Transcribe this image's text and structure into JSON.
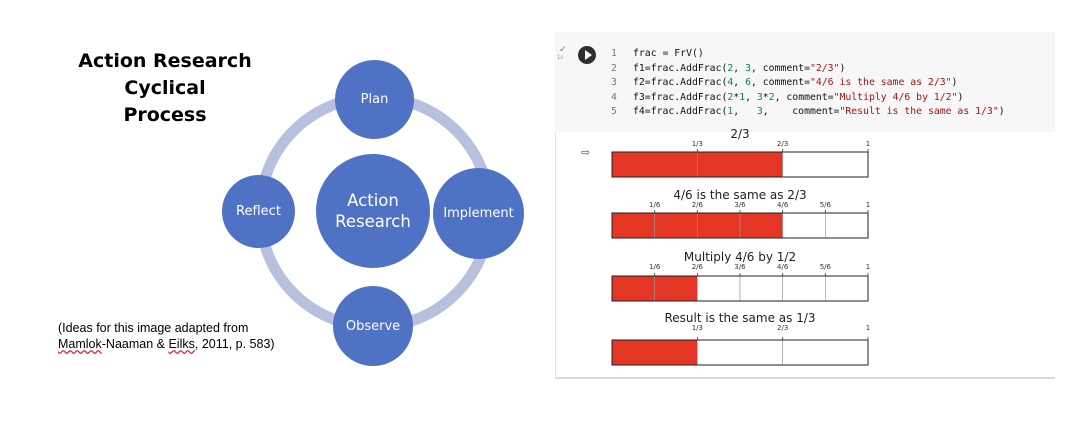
{
  "slide": {
    "title_line1": "Action Research Cyclical",
    "title_line2": "Process",
    "center": {
      "line1": "Action",
      "line2": "Research"
    },
    "nodes": {
      "plan": "Plan",
      "implement": "Implement",
      "observe": "Observe",
      "reflect": "Reflect"
    },
    "caption_line1": "(Ideas for this image adapted from",
    "caption_author1": "Mamlok",
    "caption_mid": "-Naaman & ",
    "caption_author2": "Eilks",
    "caption_end": ", 2011, p. 583)",
    "colors": {
      "node": "#4f72c4",
      "ring": "#b7c1de"
    }
  },
  "cell": {
    "status_icon": "checkmark-icon",
    "status_mark": "✓",
    "time": "1s",
    "run_icon": "play-icon",
    "output_icon": "output-redirect-icon",
    "output_mark": "⇨",
    "code": [
      {
        "num": "1",
        "parts": [
          {
            "t": "frac = FrV()",
            "c": ""
          }
        ]
      },
      {
        "num": "2",
        "parts": [
          {
            "t": "f1=frac.AddFrac(",
            "c": ""
          },
          {
            "t": "2",
            "c": "n"
          },
          {
            "t": ", ",
            "c": ""
          },
          {
            "t": "3",
            "c": "n"
          },
          {
            "t": ", comment=",
            "c": ""
          },
          {
            "t": "\"2/3\"",
            "c": "s"
          },
          {
            "t": ")",
            "c": ""
          }
        ]
      },
      {
        "num": "3",
        "parts": [
          {
            "t": "f2=frac.AddFrac(",
            "c": ""
          },
          {
            "t": "4",
            "c": "n"
          },
          {
            "t": ", ",
            "c": ""
          },
          {
            "t": "6",
            "c": "n"
          },
          {
            "t": ", comment=",
            "c": ""
          },
          {
            "t": "\"4/6 is the same as 2/3\"",
            "c": "s"
          },
          {
            "t": ")",
            "c": ""
          }
        ]
      },
      {
        "num": "4",
        "parts": [
          {
            "t": "f3=frac.AddFrac(",
            "c": ""
          },
          {
            "t": "2",
            "c": "n"
          },
          {
            "t": "*",
            "c": ""
          },
          {
            "t": "1",
            "c": "n"
          },
          {
            "t": ", ",
            "c": ""
          },
          {
            "t": "3",
            "c": "n"
          },
          {
            "t": "*",
            "c": ""
          },
          {
            "t": "2",
            "c": "n"
          },
          {
            "t": ", comment=",
            "c": ""
          },
          {
            "t": "\"Multiply 4/6 by 1/2\"",
            "c": "s"
          },
          {
            "t": ")",
            "c": ""
          }
        ]
      },
      {
        "num": "5",
        "parts": [
          {
            "t": "f4=frac.AddFrac(",
            "c": ""
          },
          {
            "t": "1",
            "c": "n"
          },
          {
            "t": ",   ",
            "c": ""
          },
          {
            "t": "3",
            "c": "n"
          },
          {
            "t": ",    comment=",
            "c": ""
          },
          {
            "t": "\"Result is the same as 1/3\"",
            "c": "s"
          },
          {
            "t": ")",
            "c": ""
          }
        ]
      }
    ]
  },
  "fractions": [
    {
      "title": "2/3",
      "denominator": 3,
      "filled": 2,
      "ticks": [
        "1/3",
        "2/3",
        "1"
      ]
    },
    {
      "title": "4/6 is the same as 2/3",
      "denominator": 6,
      "filled": 4,
      "ticks": [
        "1/6",
        "2/6",
        "3/6",
        "4/6",
        "5/6",
        "1"
      ]
    },
    {
      "title": "Multiply 4/6 by 1/2",
      "denominator": 6,
      "filled": 2,
      "ticks": [
        "1/6",
        "2/6",
        "3/6",
        "4/6",
        "5/6",
        "1"
      ]
    },
    {
      "title": "Result is the same as 1/3",
      "denominator": 3,
      "filled": 1,
      "ticks": [
        "1/3",
        "2/3",
        "1"
      ]
    }
  ],
  "colors": {
    "fill": "#e53525",
    "empty": "#ffffff",
    "border": "#222222"
  }
}
